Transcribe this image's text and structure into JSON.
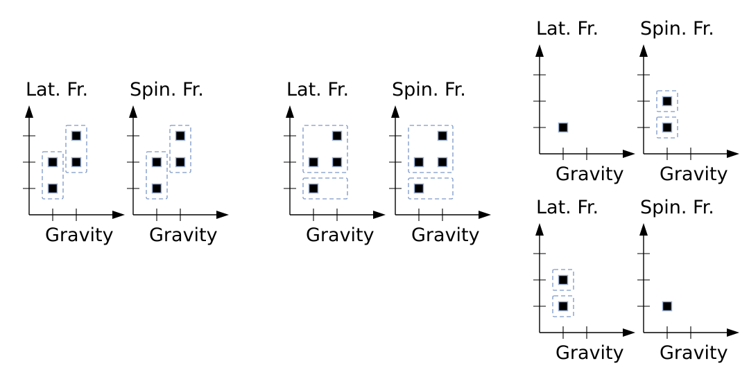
{
  "diagram": {
    "panels": [
      {
        "id": "a-lat",
        "ylabel": "Lat. Fr.",
        "xlabel": "Gravity",
        "points": [
          [
            1,
            1
          ],
          [
            1,
            2
          ],
          [
            2,
            2
          ],
          [
            2,
            3
          ]
        ],
        "groups": [
          {
            "x": [
              1,
              1
            ],
            "y": [
              1,
              2
            ]
          },
          {
            "x": [
              2,
              2
            ],
            "y": [
              2,
              3
            ]
          }
        ]
      },
      {
        "id": "a-spin",
        "ylabel": "Spin. Fr.",
        "xlabel": "Gravity",
        "points": [
          [
            1,
            1
          ],
          [
            1,
            2
          ],
          [
            2,
            2
          ],
          [
            2,
            3
          ]
        ],
        "groups": [
          {
            "x": [
              1,
              1
            ],
            "y": [
              1,
              2
            ]
          },
          {
            "x": [
              2,
              2
            ],
            "y": [
              2,
              3
            ]
          }
        ]
      },
      {
        "id": "b-lat",
        "ylabel": "Lat. Fr.",
        "xlabel": "Gravity",
        "points": [
          [
            1,
            1
          ],
          [
            1,
            2
          ],
          [
            2,
            2
          ],
          [
            2,
            3
          ]
        ],
        "groups": [
          {
            "x": [
              1,
              2
            ],
            "y": [
              2,
              3
            ]
          },
          {
            "x": [
              1,
              2
            ],
            "y": [
              1,
              1
            ]
          }
        ]
      },
      {
        "id": "b-spin",
        "ylabel": "Spin. Fr.",
        "xlabel": "Gravity",
        "points": [
          [
            1,
            1
          ],
          [
            1,
            2
          ],
          [
            2,
            2
          ],
          [
            2,
            3
          ]
        ],
        "groups": [
          {
            "x": [
              1,
              2
            ],
            "y": [
              2,
              3
            ]
          },
          {
            "x": [
              1,
              2
            ],
            "y": [
              1,
              1
            ]
          }
        ]
      },
      {
        "id": "c-top-lat",
        "ylabel": "Lat. Fr.",
        "xlabel": "Gravity",
        "points": [
          [
            1,
            1
          ]
        ],
        "groups": []
      },
      {
        "id": "c-top-spin",
        "ylabel": "Spin. Fr.",
        "xlabel": "Gravity",
        "points": [
          [
            1,
            1
          ],
          [
            1,
            2
          ]
        ],
        "groups": [
          {
            "x": [
              1,
              1
            ],
            "y": [
              1,
              1
            ]
          },
          {
            "x": [
              1,
              1
            ],
            "y": [
              2,
              2
            ]
          }
        ]
      },
      {
        "id": "c-bot-lat",
        "ylabel": "Lat. Fr.",
        "xlabel": "Gravity",
        "points": [
          [
            1,
            1
          ],
          [
            1,
            2
          ]
        ],
        "groups": [
          {
            "x": [
              1,
              1
            ],
            "y": [
              1,
              1
            ]
          },
          {
            "x": [
              1,
              1
            ],
            "y": [
              2,
              2
            ]
          }
        ]
      },
      {
        "id": "c-bot-spin",
        "ylabel": "Spin. Fr.",
        "xlabel": "Gravity",
        "points": [
          [
            1,
            1
          ]
        ],
        "groups": []
      }
    ]
  }
}
